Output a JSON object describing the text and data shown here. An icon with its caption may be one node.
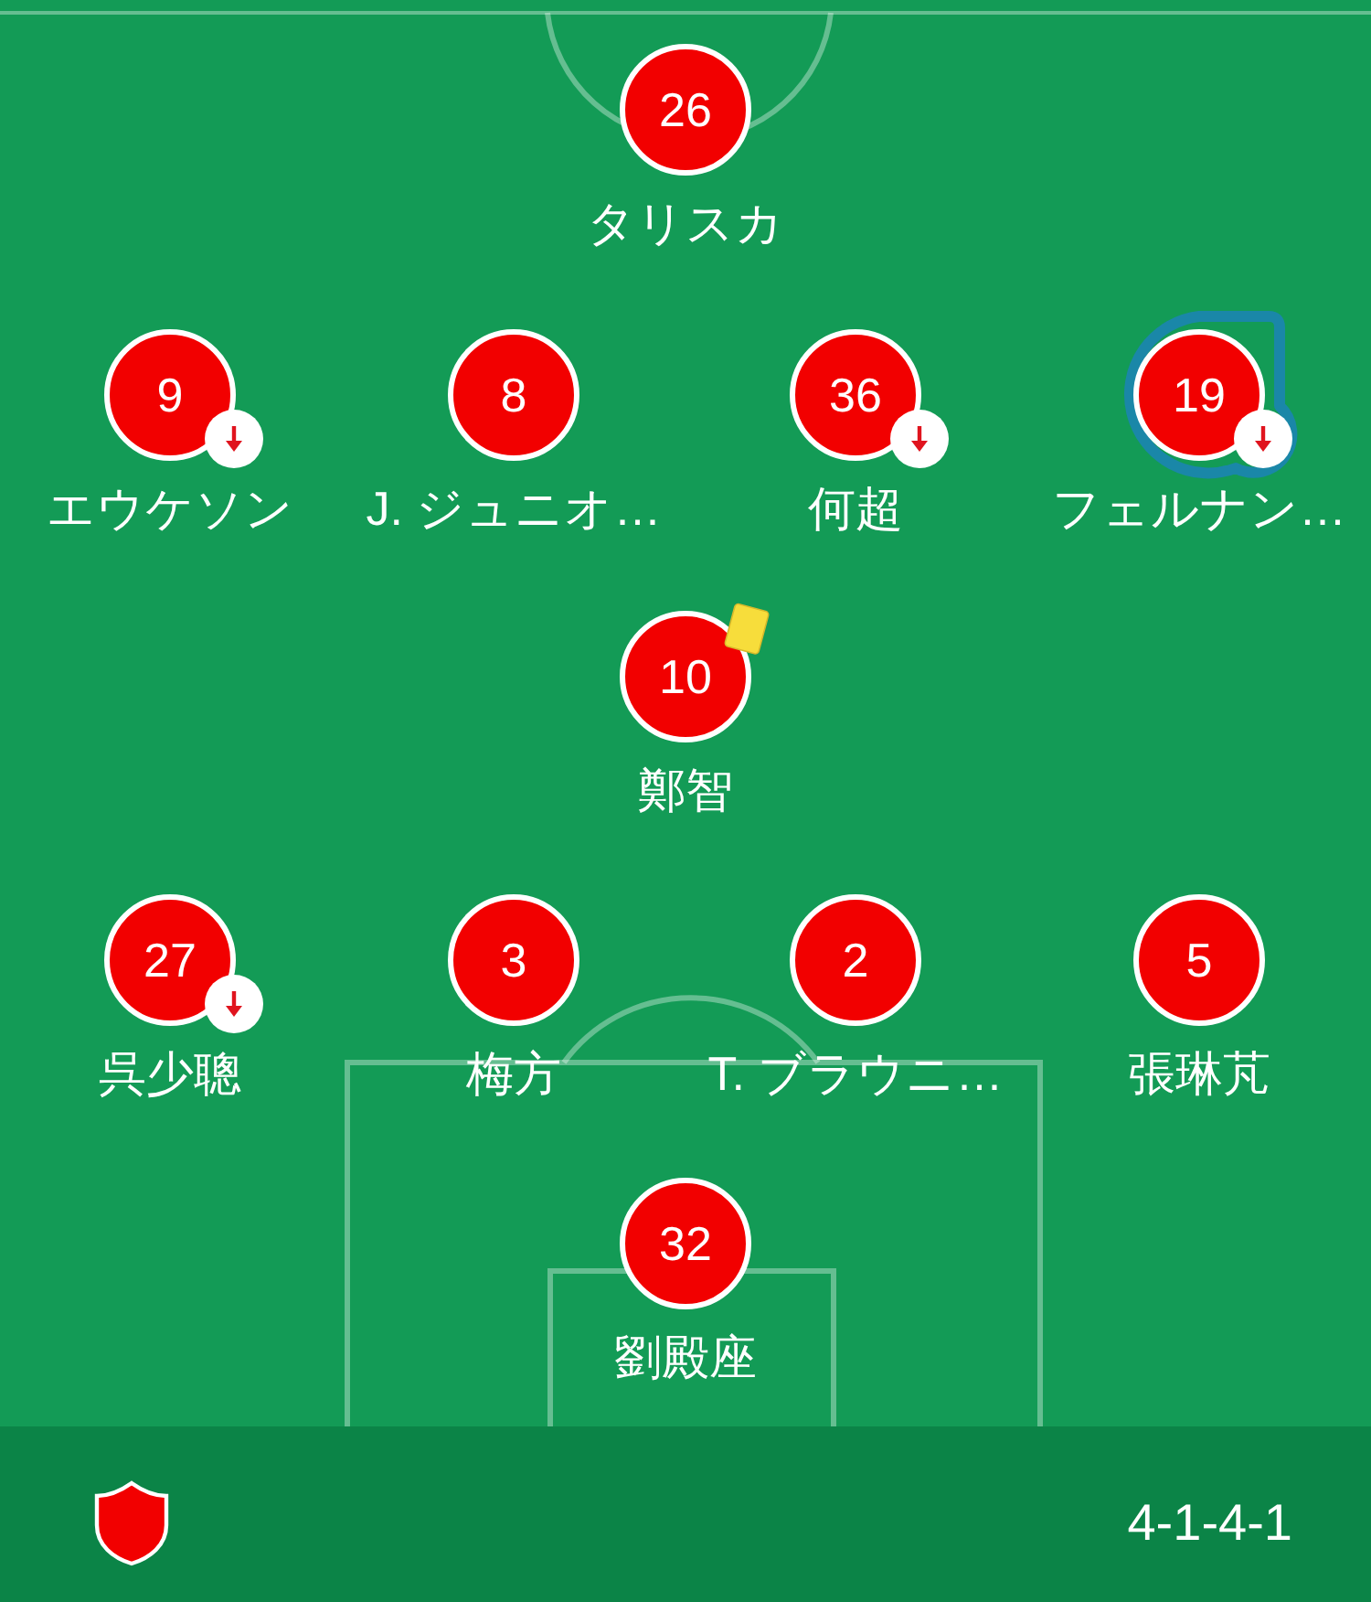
{
  "diagram": {
    "nodes": [
      {
        "text": [
          "26"
        ],
        "beside": [
          "タリスカ"
        ]
      },
      {
        "text": [
          "9"
        ],
        "beside": [
          "エウケソン"
        ]
      },
      {
        "text": [
          "8"
        ],
        "beside": [
          "J. ジュニオ…"
        ]
      },
      {
        "text": [
          "36"
        ],
        "beside": [
          "何超"
        ]
      },
      {
        "text": [
          "19"
        ],
        "beside": [
          "フェルナン…"
        ]
      },
      {
        "text": [
          "10"
        ],
        "beside": [
          "鄭智"
        ]
      },
      {
        "text": [
          "27"
        ],
        "beside": [
          "呉少聰"
        ]
      },
      {
        "text": [
          "3"
        ],
        "beside": [
          "梅方"
        ]
      },
      {
        "text": [
          "2"
        ],
        "beside": [
          "T. ブラウニ…"
        ]
      },
      {
        "text": [
          "5"
        ],
        "beside": [
          "張琳芃"
        ]
      },
      {
        "text": [
          "32"
        ],
        "beside": [
          "劉殿座"
        ]
      }
    ],
    "labels": [
      "4-1-4-1"
    ]
  }
}
